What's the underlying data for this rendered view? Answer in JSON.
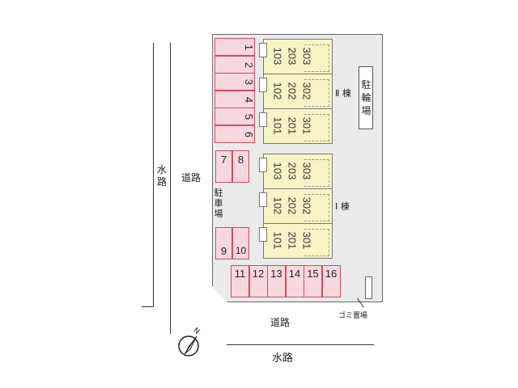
{
  "parking_lots": [
    {
      "label": "1"
    },
    {
      "label": "2"
    },
    {
      "label": "3"
    },
    {
      "label": "4"
    },
    {
      "label": "5"
    },
    {
      "label": "6"
    },
    {
      "label": "7"
    },
    {
      "label": "8"
    },
    {
      "label": "9"
    },
    {
      "label": "10"
    },
    {
      "label": "11"
    },
    {
      "label": "12"
    },
    {
      "label": "13"
    },
    {
      "label": "14"
    },
    {
      "label": "15"
    },
    {
      "label": "16"
    }
  ],
  "building_2": {
    "label": "Ⅱ 棟",
    "units": [
      {
        "upper": "303",
        "mid": "203",
        "lower": "103"
      },
      {
        "upper": "302",
        "mid": "202",
        "lower": "102"
      },
      {
        "upper": "301",
        "mid": "201",
        "lower": "101"
      }
    ]
  },
  "building_1": {
    "label": "Ⅰ 棟",
    "units": [
      {
        "upper": "303",
        "mid": "203",
        "lower": "103"
      },
      {
        "upper": "302",
        "mid": "202",
        "lower": "102"
      },
      {
        "upper": "301",
        "mid": "201",
        "lower": "101"
      }
    ]
  },
  "labels": {
    "bicycle_parking": "駐輪場",
    "car_parking": "駐車場",
    "road_left": "道路",
    "road_bottom": "道路",
    "waterway_left": "水路",
    "waterway_bottom": "水路",
    "garbage": "ゴミ置場",
    "north": "N"
  },
  "colors": {
    "parking_fill": "#f8d8df",
    "parking_border": "#d24b5e",
    "building_fill": "#f8f3c4",
    "site_fill": "#eaeaea"
  }
}
